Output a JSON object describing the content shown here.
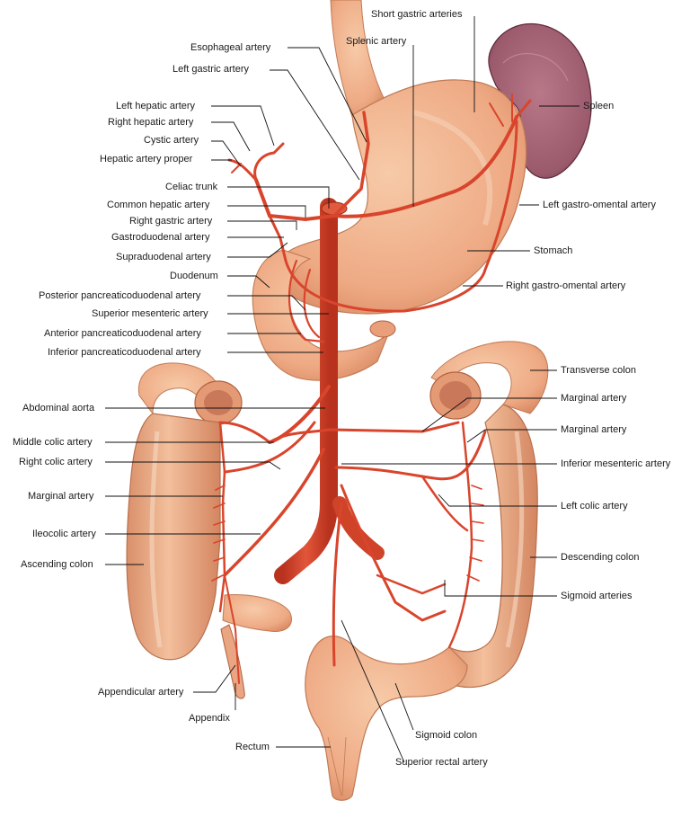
{
  "labels": {
    "short_gastric_arteries": "Short gastric arteries",
    "splenic_artery": "Splenic artery",
    "esophageal_artery": "Esophageal artery",
    "left_gastric_artery": "Left gastric artery",
    "spleen": "Spleen",
    "left_hepatic_artery": "Left hepatic artery",
    "right_hepatic_artery": "Right hepatic artery",
    "cystic_artery": "Cystic artery",
    "hepatic_artery_proper": "Hepatic artery proper",
    "celiac_trunk": "Celiac trunk",
    "common_hepatic_artery": "Common hepatic artery",
    "right_gastric_artery": "Right gastric artery",
    "gastroduodenal_artery": "Gastroduodenal artery",
    "supraduodenal_artery": "Supraduodenal artery",
    "duodenum": "Duodenum",
    "posterior_pancreaticoduodenal_artery": "Posterior pancreaticoduodenal artery",
    "superior_mesenteric_artery": "Superior mesenteric artery",
    "anterior_pancreaticoduodenal_artery": "Anterior pancreaticoduodenal artery",
    "inferior_pancreaticoduodenal_artery": "Inferior pancreaticoduodenal artery",
    "left_gastro_omental_artery": "Left gastro-omental artery",
    "stomach": "Stomach",
    "right_gastro_omental_artery": "Right gastro-omental artery",
    "transverse_colon": "Transverse colon",
    "marginal_artery_1": "Marginal artery",
    "marginal_artery_2": "Marginal artery",
    "inferior_mesenteric_artery": "Inferior mesenteric artery",
    "left_colic_artery": "Left colic artery",
    "descending_colon": "Descending colon",
    "sigmoid_arteries": "Sigmoid arteries",
    "abdominal_aorta": "Abdominal aorta",
    "middle_colic_artery": "Middle colic artery",
    "right_colic_artery": "Right colic artery",
    "marginal_artery_left": "Marginal artery",
    "ileocolic_artery": "Ileocolic artery",
    "ascending_colon": "Ascending colon",
    "appendicular_artery": "Appendicular artery",
    "appendix": "Appendix",
    "rectum": "Rectum",
    "sigmoid_colon": "Sigmoid colon",
    "superior_rectal_artery": "Superior rectal artery"
  },
  "colors": {
    "artery": "#d9452c",
    "artery_dark": "#b8321e",
    "organ": "#f0b48f",
    "organ_shade": "#d98d68",
    "spleen": "#a86878",
    "spleen_dark": "#7a3f52"
  }
}
